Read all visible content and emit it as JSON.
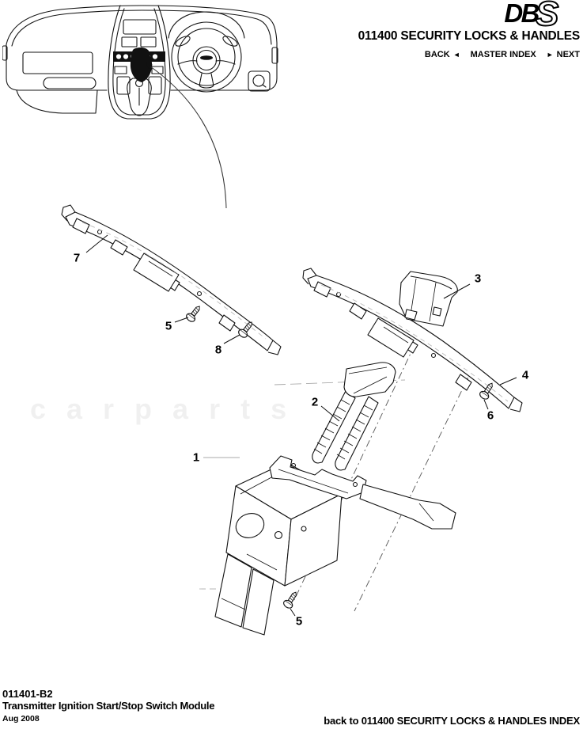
{
  "header": {
    "logo_db": "DB",
    "logo_s": "S",
    "title": "011400 SECURITY LOCKS & HANDLES",
    "nav": {
      "back": "BACK",
      "back_arrow": "◄",
      "master_index": "MASTER INDEX",
      "next_arrow": "►",
      "next": "NEXT"
    }
  },
  "watermark": {
    "text": "carparts"
  },
  "diagram": {
    "callouts": [
      {
        "label": "7"
      },
      {
        "label": "5"
      },
      {
        "label": "8"
      },
      {
        "label": "3"
      },
      {
        "label": "4"
      },
      {
        "label": "6"
      },
      {
        "label": "2"
      },
      {
        "label": "1"
      },
      {
        "label": "5"
      }
    ]
  },
  "footer": {
    "doc_number": "011401-B2",
    "doc_title": "Transmitter Ignition Start/Stop Switch Module",
    "date": "Aug 2008",
    "back_link": "back to 011400 SECURITY LOCKS & HANDLES INDEX"
  },
  "colors": {
    "ink": "#000000",
    "aux_gray": "#9e9e9e",
    "background": "#ffffff"
  }
}
